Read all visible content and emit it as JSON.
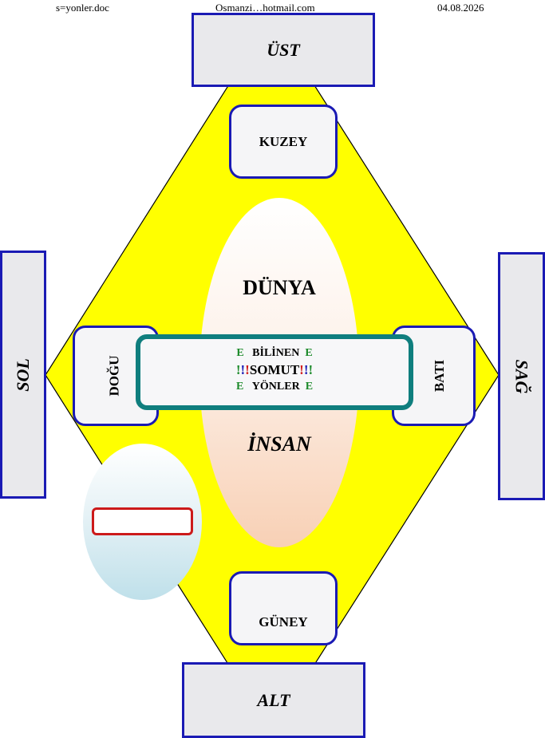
{
  "header": {
    "left": "s=yonler.doc",
    "center": "Osmanzi…hotmail.com",
    "right": "04.08.2026"
  },
  "directions": {
    "top": "ÜST",
    "bottom": "ALT",
    "left": "SOL",
    "right": "SAĞ",
    "north": "KUZEY",
    "south": "GÜNEY",
    "east": "DOĞU",
    "west": "BATI"
  },
  "center": {
    "world": "DÜNYA",
    "human": "İNSAN",
    "line1": "BİLİNEN",
    "line2": "SOMUT",
    "line3": "YÖNLER",
    "e_mark": "E",
    "excl": "!"
  },
  "colors": {
    "diamond": "#ffff00",
    "box_border": "#1a1ab4",
    "center_border": "#0f7e7e",
    "green": "#1c8a2a",
    "red": "#d01818"
  }
}
